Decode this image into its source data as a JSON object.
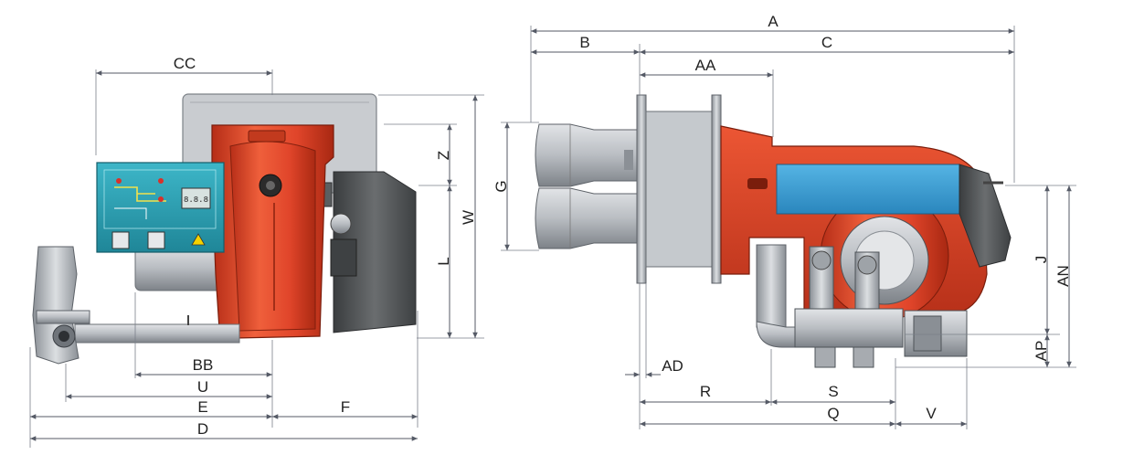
{
  "colors": {
    "body_red": "#e0452a",
    "body_dark_red": "#b52d17",
    "steel": "#b9bdc2",
    "steel_dark": "#7d8288",
    "panel_teal": "#2fa6b8",
    "hood_dark": "#4b4e50",
    "blue_plate": "#3c9fd3",
    "dim_line": "#555a66"
  },
  "side_view": {
    "labels": {
      "cc": "CC",
      "z": "Z",
      "w": "W",
      "l": "L",
      "bb": "BB",
      "u": "U",
      "e": "E",
      "f": "F",
      "d": "D"
    },
    "panel_display": "8.8.8"
  },
  "front_view": {
    "labels": {
      "a": "A",
      "b": "B",
      "c": "C",
      "aa": "AA",
      "g": "G",
      "j": "J",
      "an": "AN",
      "ap": "AP",
      "ad": "AD",
      "r": "R",
      "s": "S",
      "q": "Q",
      "v": "V"
    }
  }
}
